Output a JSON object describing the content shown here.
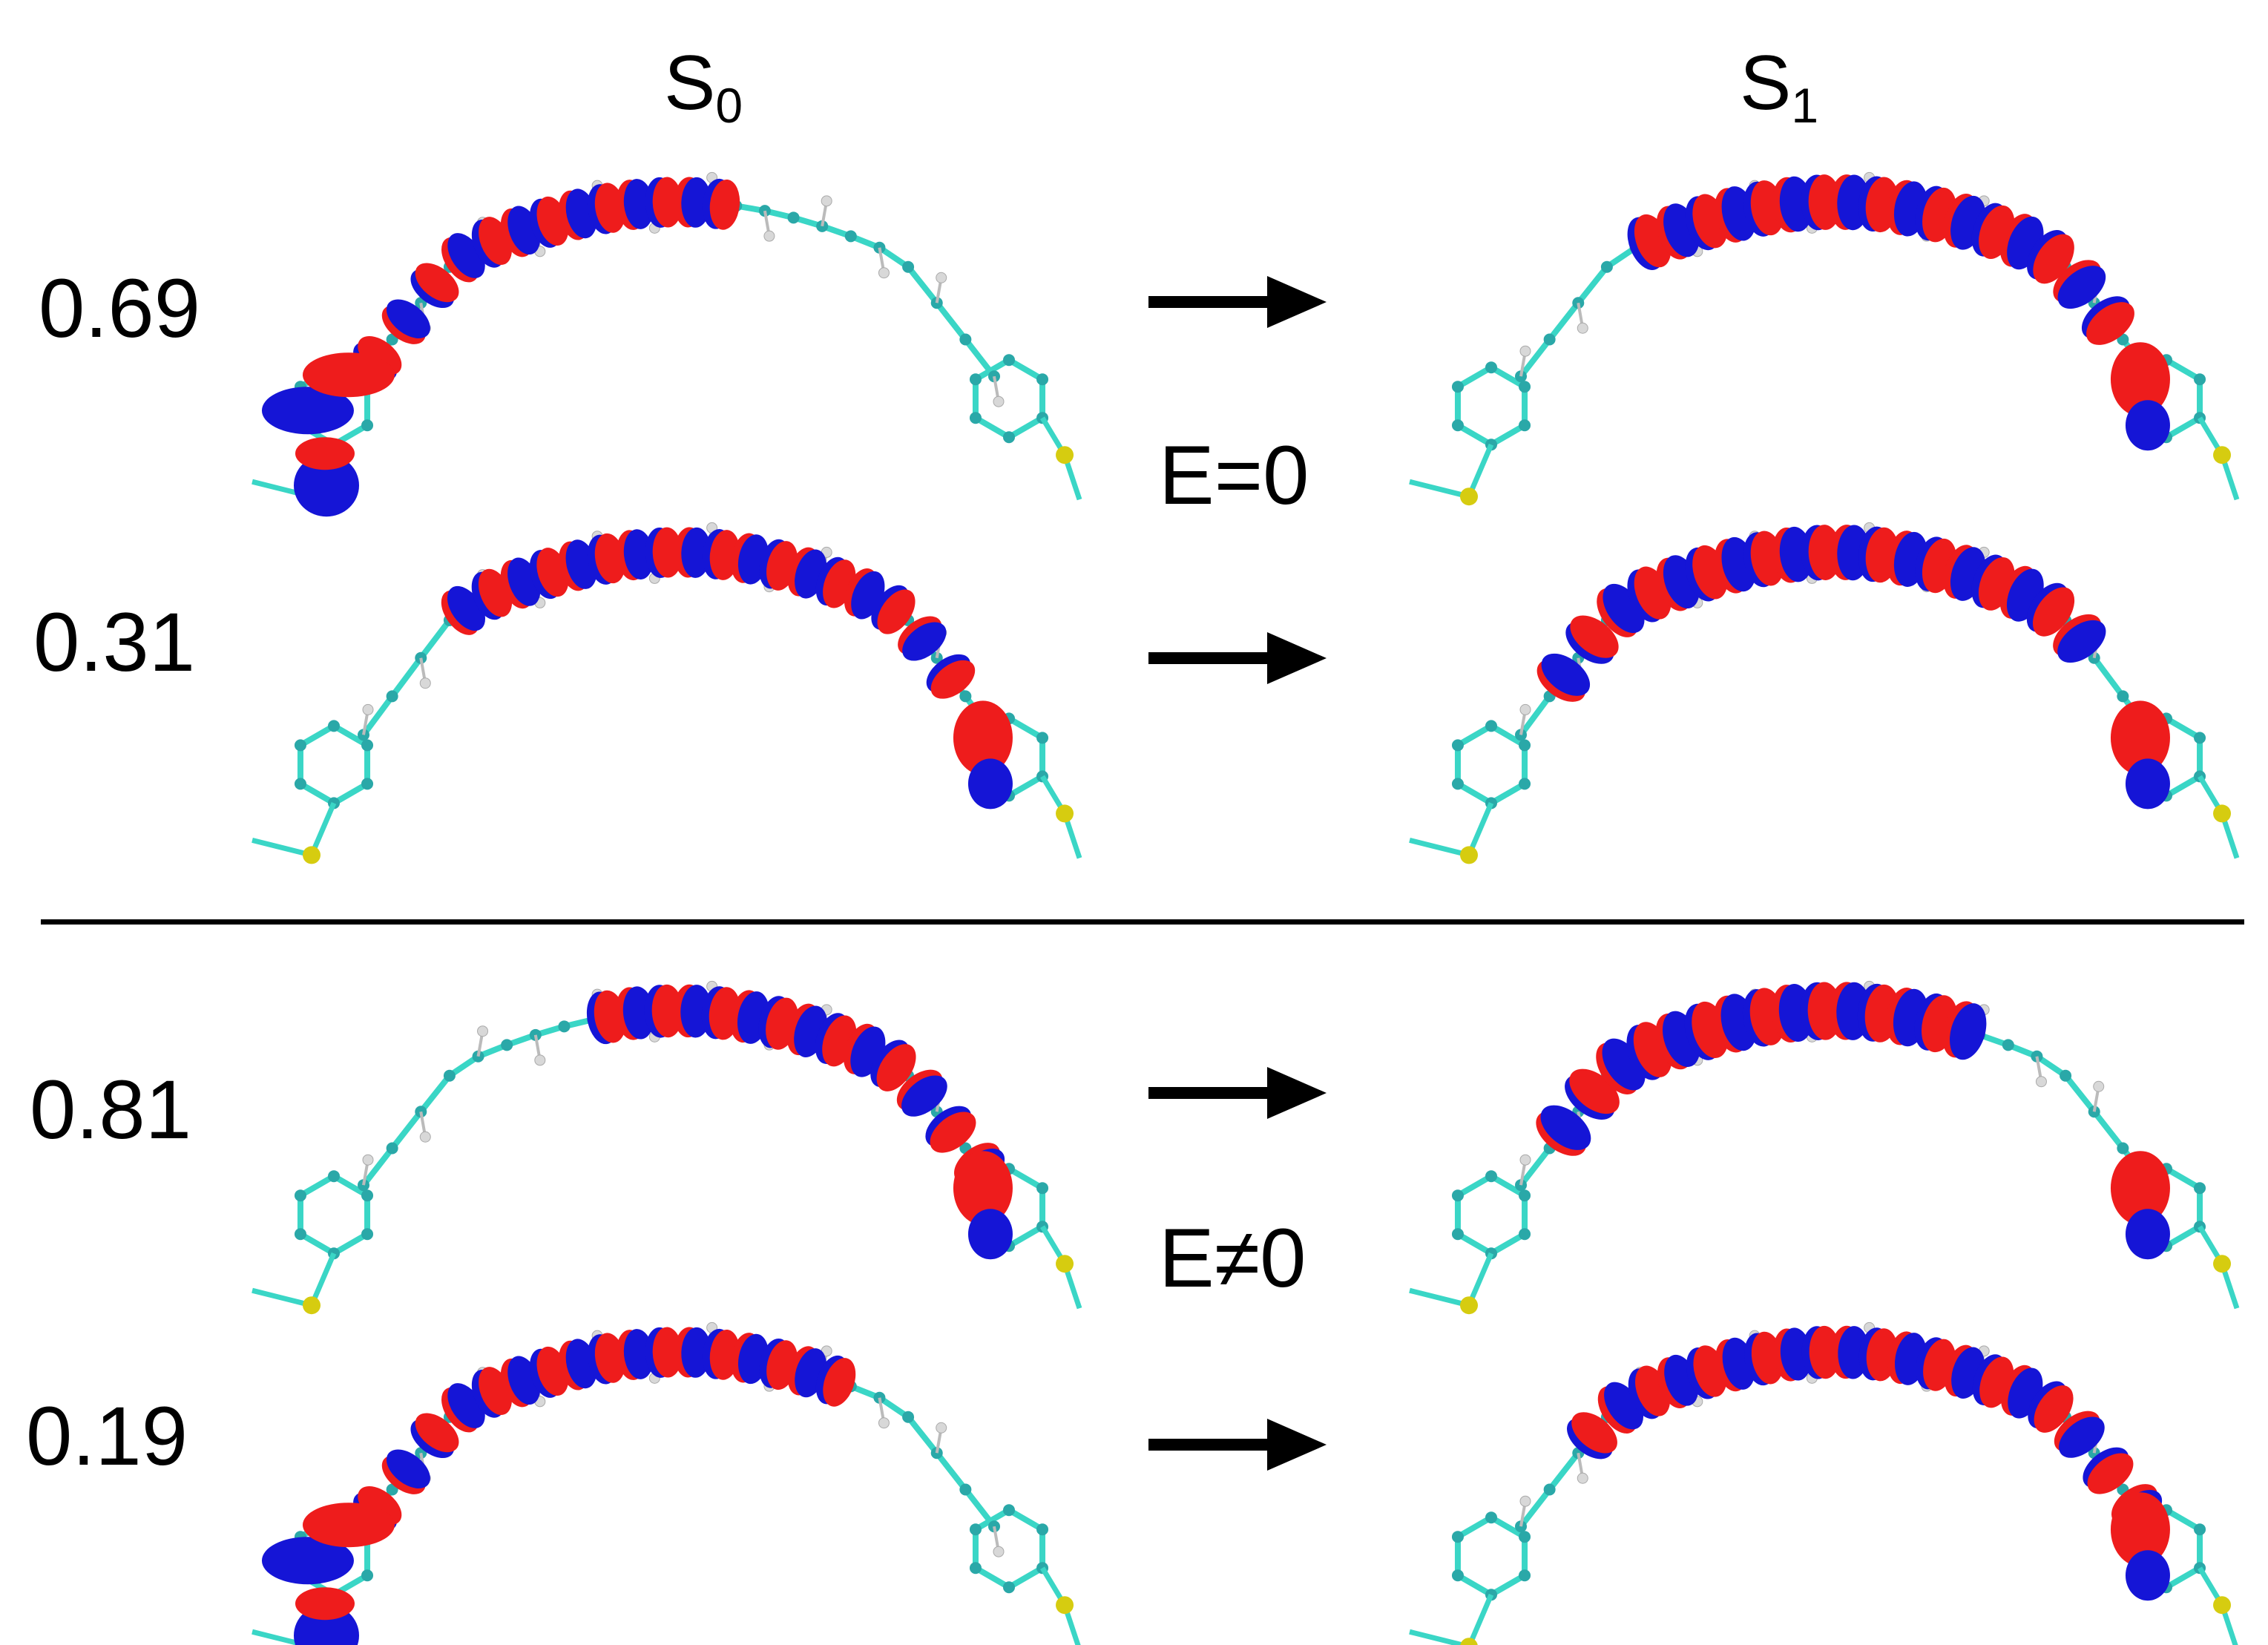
{
  "headers": {
    "left": {
      "main": "S",
      "sub": "0"
    },
    "right": {
      "main": "S",
      "sub": "1"
    }
  },
  "conditions": {
    "top": "E=0",
    "bottom": "E≠0"
  },
  "rows": [
    {
      "weight": "0.69"
    },
    {
      "weight": "0.31"
    },
    {
      "weight": "0.81"
    },
    {
      "weight": "0.19"
    }
  ],
  "colors": {
    "lobe_positive": "#ee1c1c",
    "lobe_negative": "#1515d6",
    "carbon": "#2aa8a8",
    "bond": "#3ad6c6",
    "hydrogen": "#d8d8d8",
    "sulfur": "#d6cc10",
    "oxygen": "#cc2222"
  }
}
